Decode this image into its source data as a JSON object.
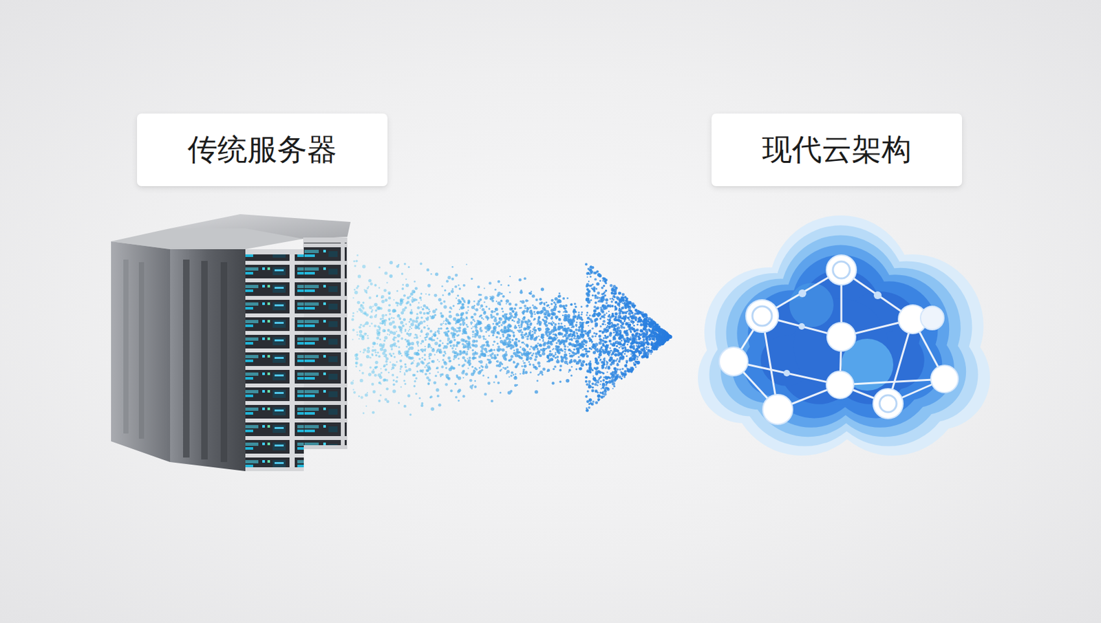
{
  "diagram": {
    "nodes": [
      {
        "text": [
          "传统服务器"
        ]
      },
      {
        "text": [
          "现代云架构"
        ]
      }
    ],
    "edges": [
      {
        "from": 0,
        "to": 1,
        "arrow": "to"
      }
    ]
  }
}
